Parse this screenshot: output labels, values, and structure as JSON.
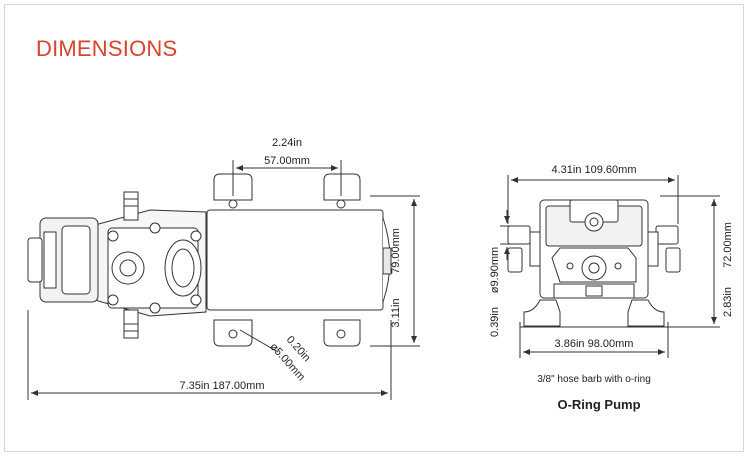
{
  "title": "DIMENSIONS",
  "colors": {
    "title": "#d9442e",
    "line": "#333333",
    "fill": "#ffffff",
    "shade": "#e9e9e9"
  },
  "left_view": {
    "top_dim_in": "2.24in",
    "top_dim_mm": "57.00mm",
    "height_in": "3.11in",
    "height_mm": "79.00mm",
    "hole_in": "0.20in",
    "hole_mm": "ø5.00mm",
    "length": "7.35in  187.00mm"
  },
  "right_view": {
    "width": "4.31in  109.60mm",
    "port_in": "0.39in",
    "port_mm": "ø9.90mm",
    "height_in": "2.83in",
    "height_mm": "72.00mm",
    "base": "3.86in  98.00mm",
    "caption_note": "3/8\" hose barb with o-ring",
    "caption_title": "O-Ring Pump"
  }
}
